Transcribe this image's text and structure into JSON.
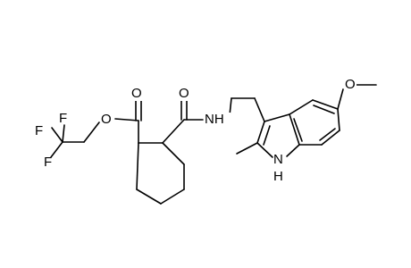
{
  "diagram": {
    "atom_labels": {
      "o_ester_carbonyl": "O",
      "o_ester_single": "O",
      "o_amide": "O",
      "nh_amide": "NH",
      "o_methoxy": "O",
      "f_top_left": "F",
      "f_top_right": "F",
      "f_left": "F",
      "indole_nh": "N",
      "indole_h": "H"
    }
  }
}
